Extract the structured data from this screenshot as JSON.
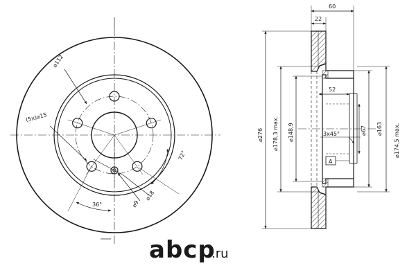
{
  "front_view": {
    "pcd_label": "⌀112",
    "hole_count_label": "(5x)⌀15",
    "angle_72": "72°",
    "angle_36": "36°",
    "hole_9": "⌀9",
    "hole_18": "⌀18"
  },
  "side_view": {
    "width_total": "60",
    "width_disc": "22",
    "dim_52": "52",
    "dia_276": "⌀276",
    "dia_178": "⌀178,3 max.",
    "dia_148": "⌀148,9",
    "dia_67": "⌀67",
    "dia_163": "⌀163",
    "dia_174": "⌀174,5 max.",
    "chamfer": "3x45°",
    "datum": "A"
  },
  "watermark": {
    "brand": "abcp",
    "tld": ".ru"
  },
  "colors": {
    "line": "#1a1a1a",
    "hatch": "#444444",
    "watermark": "#c9c9c9"
  }
}
